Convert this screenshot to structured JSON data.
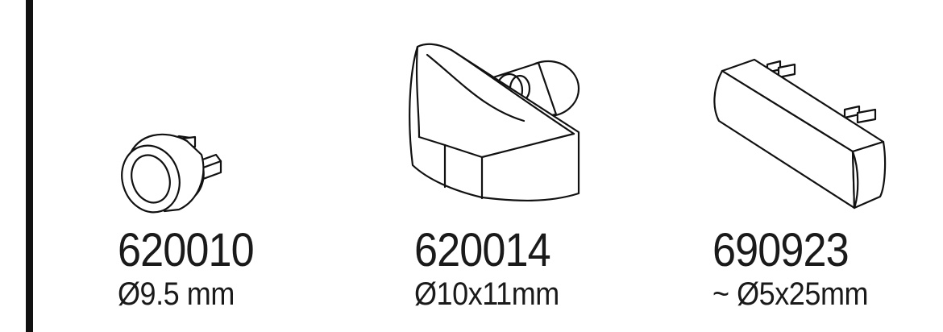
{
  "parts": [
    {
      "code": "620010",
      "dimension": "Ø9.5 mm"
    },
    {
      "code": "620014",
      "dimension": "Ø10x11mm"
    },
    {
      "code": "690923",
      "dimension": "~ Ø5x25mm"
    }
  ]
}
